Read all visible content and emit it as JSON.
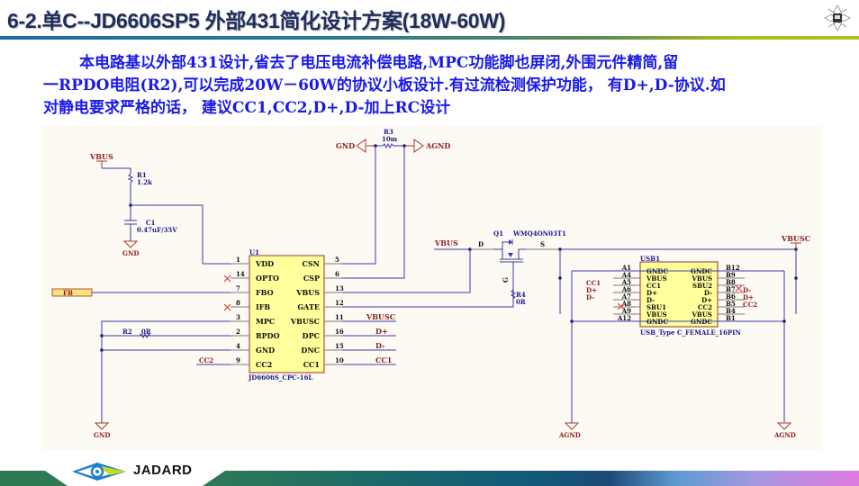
{
  "header": {
    "title": "6-2.单C--JD6606SP5 外部431简化设计方案(18W-60W)"
  },
  "description": {
    "line1": "本电路基以外部431设计,省去了电压电流补偿电路,MPC功能脚也屏闭,外围元件精简,留",
    "line2": "一RPDO电阻(R2),可以完成20W－60W的协议小板设计.有过流检测保护功能， 有D+,D-协议.如",
    "line3": "对静电要求严格的话， 建议CC1,CC2,D+,D-加上RC设计"
  },
  "schematic": {
    "nets": {
      "vbus": "VBUS",
      "vbusc": "VBUSC",
      "gnd": "GND",
      "agnd": "AGND",
      "fb": "FB",
      "dplus": "D+",
      "dminus": "D-",
      "cc1": "CC1",
      "cc2": "CC2"
    },
    "components": {
      "r1": {
        "ref": "R1",
        "value": "1.2k"
      },
      "c1": {
        "ref": "C1",
        "value": "0.47uF/35V"
      },
      "r2": {
        "ref": "R2",
        "value": "0R"
      },
      "r3": {
        "ref": "R3",
        "value": "10m"
      },
      "r4": {
        "ref": "R4",
        "value": "0R"
      },
      "q1": {
        "ref": "Q1",
        "value": "WMQ4ON03T1",
        "pin_d": "D",
        "pin_s": "S",
        "pin_g": "G"
      },
      "u1": {
        "ref": "U1",
        "part": "JD6606S_CPC-16L",
        "left_pins": [
          {
            "num": "1",
            "name": "VDD"
          },
          {
            "num": "14",
            "name": "OPTO"
          },
          {
            "num": "7",
            "name": "FBO"
          },
          {
            "num": "8",
            "name": "IFB"
          },
          {
            "num": "3",
            "name": "MPC"
          },
          {
            "num": "2",
            "name": "RPDO"
          },
          {
            "num": "4",
            "name": "GND"
          },
          {
            "num": "9",
            "name": "CC2"
          }
        ],
        "right_pins": [
          {
            "num": "5",
            "name": "CSN"
          },
          {
            "num": "6",
            "name": "CSP"
          },
          {
            "num": "13",
            "name": "VBUS"
          },
          {
            "num": "12",
            "name": "GATE"
          },
          {
            "num": "11",
            "name": "VBUSC"
          },
          {
            "num": "16",
            "name": "DPC"
          },
          {
            "num": "15",
            "name": "DNC"
          },
          {
            "num": "10",
            "name": "CC1"
          }
        ]
      },
      "usb1": {
        "ref": "USB1",
        "part": "USB_Type C_FEMALE_16PIN",
        "left_pins": [
          {
            "num": "A1",
            "name": "GNDC"
          },
          {
            "num": "A4",
            "name": "VBUS"
          },
          {
            "num": "A5",
            "name": "CC1"
          },
          {
            "num": "A6",
            "name": "D+"
          },
          {
            "num": "A7",
            "name": "D-"
          },
          {
            "num": "A8",
            "name": "SBU1"
          },
          {
            "num": "A9",
            "name": "VBUS"
          },
          {
            "num": "A12",
            "name": "GNDC"
          }
        ],
        "right_pins": [
          {
            "num": "B12",
            "name": "GNDC"
          },
          {
            "num": "B9",
            "name": "VBUS"
          },
          {
            "num": "B8",
            "name": "SBU2"
          },
          {
            "num": "B7",
            "name": "D-"
          },
          {
            "num": "B6",
            "name": "D+"
          },
          {
            "num": "B5",
            "name": "CC2"
          },
          {
            "num": "B4",
            "name": "VBUS"
          },
          {
            "num": "B1",
            "name": "GNDC"
          }
        ]
      }
    }
  },
  "footer": {
    "brand": "JADARD"
  }
}
